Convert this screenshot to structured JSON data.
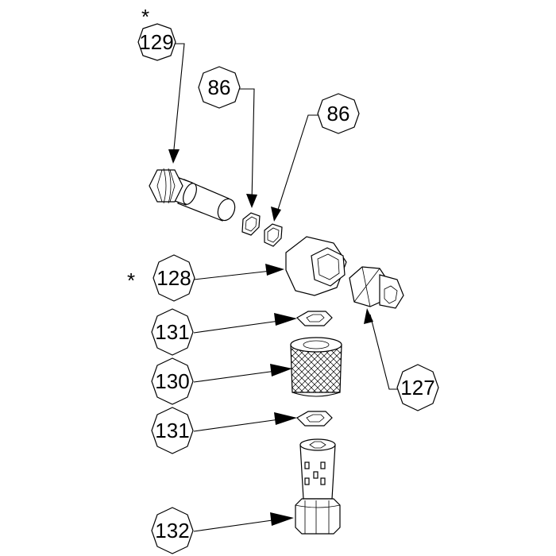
{
  "callouts": {
    "c129": "129",
    "c86a": "86",
    "c86b": "86",
    "c128": "128",
    "c131a": "131",
    "c130": "130",
    "c131b": "131",
    "c127": "127",
    "c132": "132"
  },
  "markers": {
    "star_top": "*",
    "star_left": "*"
  }
}
